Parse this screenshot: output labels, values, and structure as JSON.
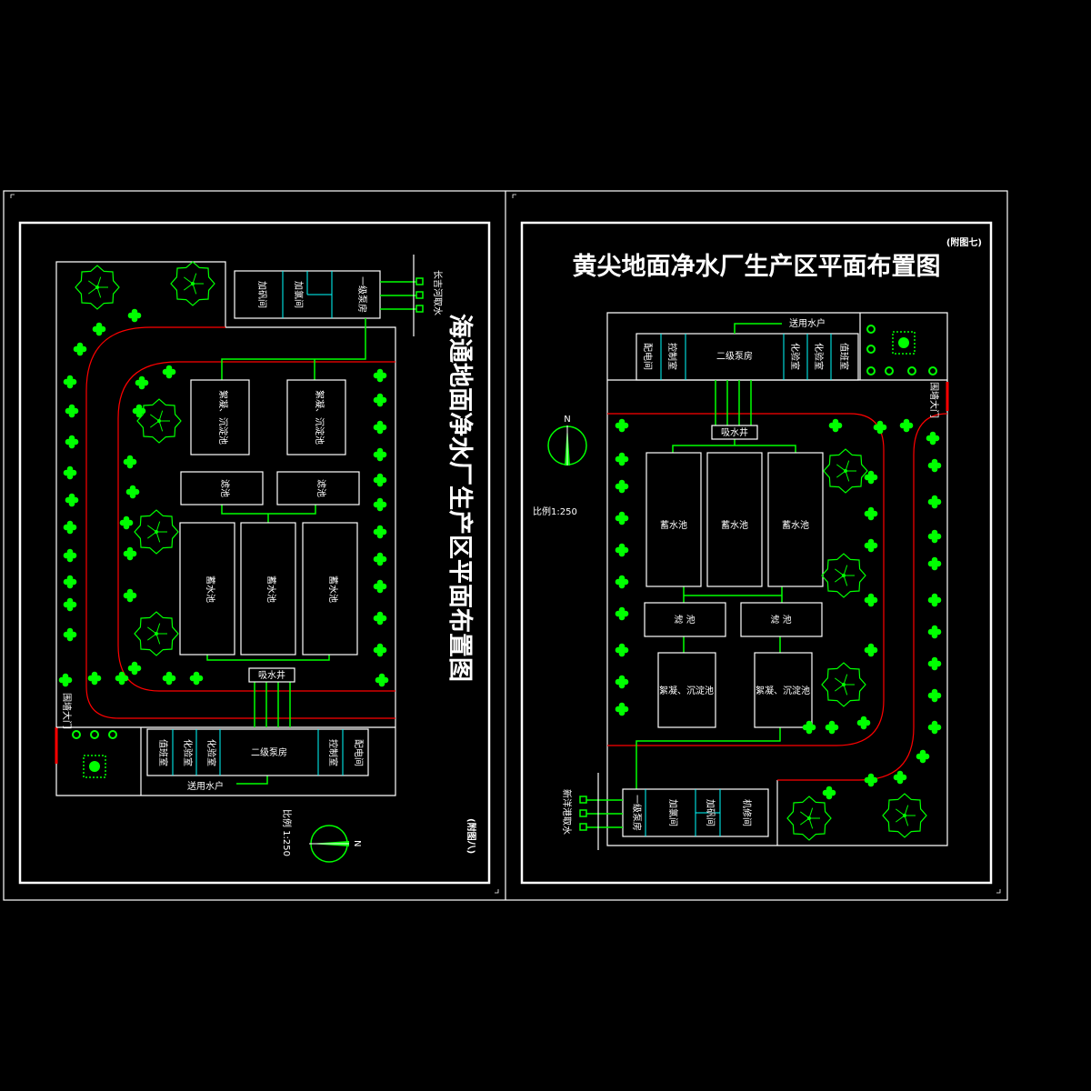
{
  "colors": {
    "background": "#000000",
    "outline": "#ffffff",
    "pipe": "#00ff00",
    "road": "#ff0000",
    "partition": "#00ffff"
  },
  "left_sheet": {
    "title": "海通地面净水厂生产区平面布置图",
    "figure_no": "(附图八)",
    "scale": "比例 1:250",
    "north": "N",
    "top_building": {
      "rooms": [
        "一级泵房",
        "加氯间",
        "加矾间"
      ]
    },
    "intake_label": "长吉河取水",
    "sedimentation": [
      "絮凝、沉淀池",
      "絮凝、沉淀池"
    ],
    "filters": [
      "滤池",
      "滤池"
    ],
    "reservoirs": [
      "蓄水池",
      "蓄水池",
      "蓄水池"
    ],
    "suction_well": "吸水井",
    "bottom_building": {
      "rooms": [
        "值班室",
        "化验室",
        "化验室",
        "二级泵房",
        "控制室",
        "配电间"
      ]
    },
    "supply_label": "送用水户",
    "gate_label": "围墙大门"
  },
  "right_sheet": {
    "title": "黄尖地面净水厂生产区平面布置图",
    "figure_no": "(附图七)",
    "scale": "比例1:250",
    "north": "N",
    "top_building": {
      "rooms": [
        "配电间",
        "控制室",
        "二级泵房",
        "化验室",
        "化验室",
        "值班室"
      ]
    },
    "supply_label": "送用水户",
    "gate_label": "围墙大门",
    "suction_well": "吸水井",
    "reservoirs": [
      "蓄水池",
      "蓄水池",
      "蓄水池"
    ],
    "filters": [
      "滤   池",
      "滤   池"
    ],
    "sedimentation": [
      "絮凝、沉淀池",
      "絮凝、沉淀池"
    ],
    "bottom_building": {
      "rooms": [
        "一级泵房",
        "加氯间",
        "加矾间",
        "机修间"
      ]
    },
    "intake_label": "新洋港取水"
  }
}
